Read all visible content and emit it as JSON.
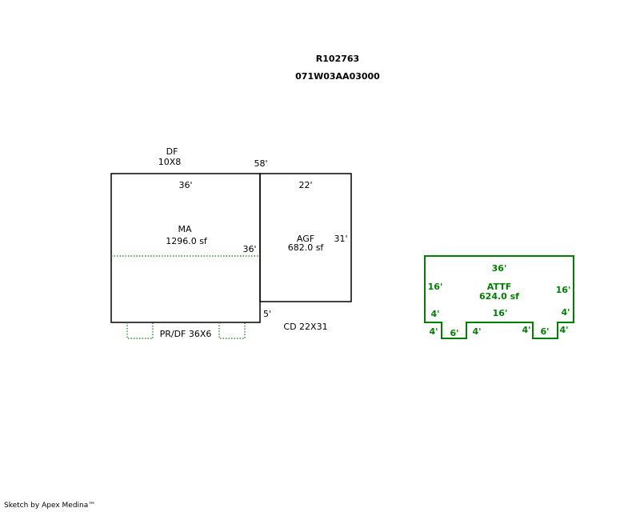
{
  "header": {
    "account": "R102763",
    "map_tax_lot": "071W03AA03000"
  },
  "colors": {
    "line": "#000000",
    "attached": "#008000"
  },
  "labels": {
    "df": "DF",
    "df_size": "10X8",
    "dim_58": "58'",
    "ma_top": "36'",
    "agf_top": "22'",
    "ma": "MA",
    "ma_area": "1296.0 sf",
    "agf": "AGF",
    "agf_area": "682.0 sf",
    "agf_side": "31'",
    "ma_side": "36'",
    "dim_5": "5'",
    "cd": "CD 22X31",
    "prdf": "PR/DF 36X6"
  },
  "attf": {
    "top": "36'",
    "left": "16'",
    "right": "16'",
    "name": "ATTF",
    "area": "624.0 sf",
    "mid": "16'",
    "left_notch_side": "4'",
    "right_notch_side": "4'",
    "b1": "4'",
    "b2": "6'",
    "b3": "4'",
    "b4": "4'",
    "b5": "6'",
    "b6": "4'"
  },
  "footer": {
    "credit": "Sketch by Apex Medina™"
  }
}
